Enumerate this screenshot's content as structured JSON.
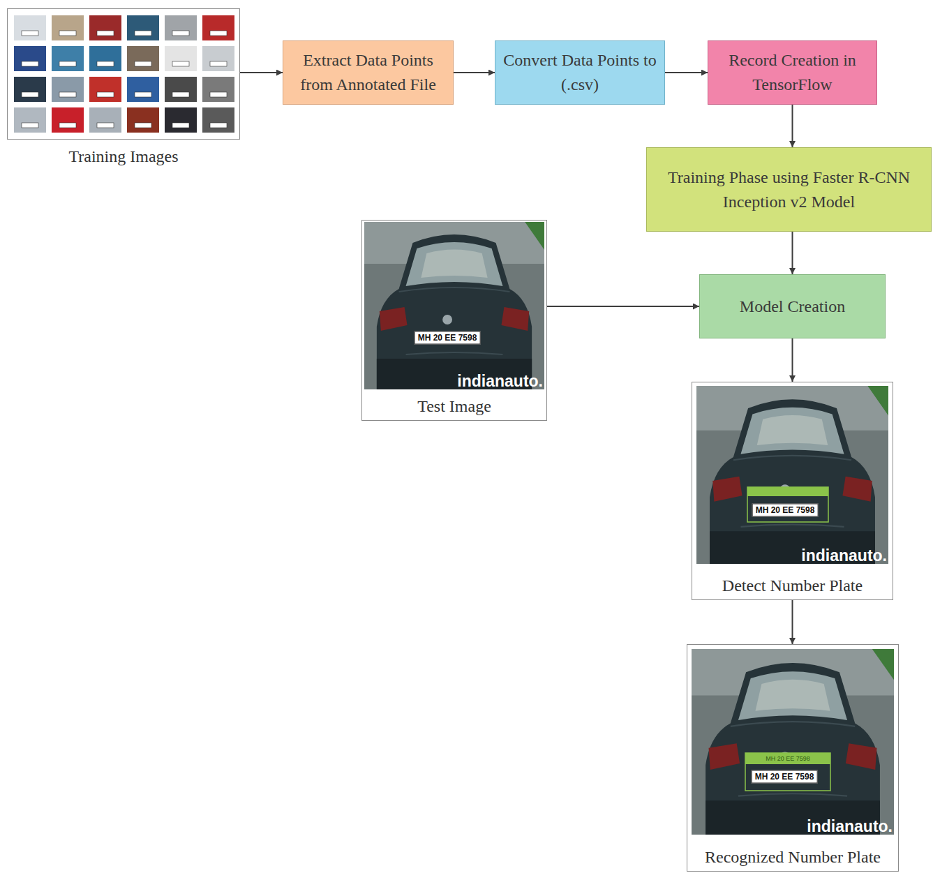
{
  "diagram": {
    "nodes": [
      {
        "text": [
          "Training Images"
        ]
      },
      {
        "text": [
          "Extract Data Points from Annotated File"
        ]
      },
      {
        "text": [
          "Convert Data Points to (.csv)"
        ]
      },
      {
        "text": [
          "Record Creation in TensorFlow"
        ]
      },
      {
        "text": [
          "Training Phase using Faster R-CNN Inception v2 Model"
        ]
      },
      {
        "text": [
          "Test Image"
        ]
      },
      {
        "text": [
          "Model Creation"
        ]
      },
      {
        "text": [
          "Detect Number Plate"
        ]
      },
      {
        "text": [
          "Recognized Number Plate"
        ]
      }
    ],
    "edges": [
      {
        "from": 0,
        "to": 1,
        "arrow": "to"
      },
      {
        "from": 1,
        "to": 2,
        "arrow": "to"
      },
      {
        "from": 2,
        "to": 3,
        "arrow": "to"
      },
      {
        "from": 3,
        "to": 4,
        "arrow": "to"
      },
      {
        "from": 4,
        "to": 6,
        "arrow": "to"
      },
      {
        "from": 5,
        "to": 6,
        "arrow": "to"
      },
      {
        "from": 6,
        "to": 7,
        "arrow": "to"
      },
      {
        "from": 7,
        "to": 8,
        "arrow": "to"
      }
    ],
    "labels": [
      "MH 20 EE 7598",
      "indianauto.",
      "MH 20 EE 7598",
      "indianauto.",
      "MH 20 EE 7598",
      "MH 20 EE 7598",
      "indianauto."
    ]
  }
}
